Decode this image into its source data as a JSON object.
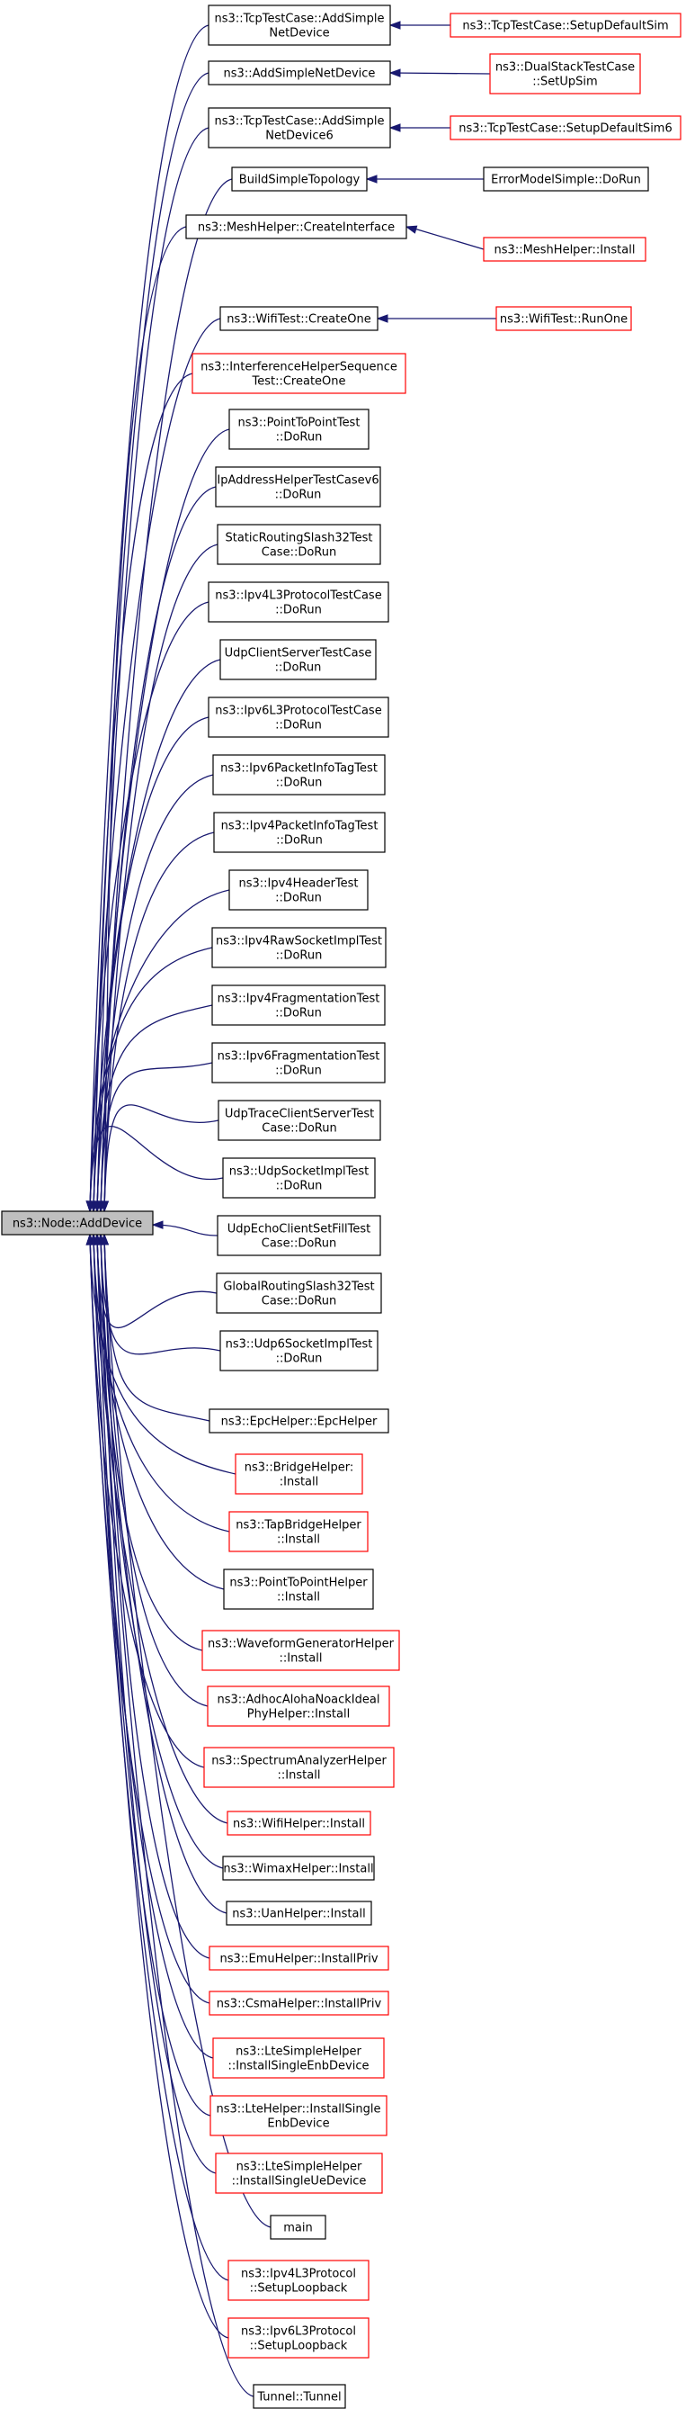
{
  "root": {
    "label": "ns3::Node::AddDevice",
    "style": "root"
  },
  "callers": [
    {
      "lines": [
        "ns3::TcpTestCase::AddSimple",
        "NetDevice"
      ],
      "red": false
    },
    {
      "lines": [
        "ns3::AddSimpleNetDevice"
      ],
      "red": false
    },
    {
      "lines": [
        "ns3::TcpTestCase::AddSimple",
        "NetDevice6"
      ],
      "red": false
    },
    {
      "lines": [
        "BuildSimpleTopology"
      ],
      "red": false
    },
    {
      "lines": [
        "ns3::MeshHelper::CreateInterface"
      ],
      "red": false
    },
    {
      "lines": [
        "ns3::WifiTest::CreateOne"
      ],
      "red": false
    },
    {
      "lines": [
        "ns3::InterferenceHelperSequence",
        "Test::CreateOne"
      ],
      "red": true
    },
    {
      "lines": [
        "ns3::PointToPointTest",
        "::DoRun"
      ],
      "red": false
    },
    {
      "lines": [
        "IpAddressHelperTestCasev6",
        "::DoRun"
      ],
      "red": false
    },
    {
      "lines": [
        "StaticRoutingSlash32Test",
        "Case::DoRun"
      ],
      "red": false
    },
    {
      "lines": [
        "ns3::Ipv4L3ProtocolTestCase",
        "::DoRun"
      ],
      "red": false
    },
    {
      "lines": [
        "UdpClientServerTestCase",
        "::DoRun"
      ],
      "red": false
    },
    {
      "lines": [
        "ns3::Ipv6L3ProtocolTestCase",
        "::DoRun"
      ],
      "red": false
    },
    {
      "lines": [
        "ns3::Ipv6PacketInfoTagTest",
        "::DoRun"
      ],
      "red": false
    },
    {
      "lines": [
        "ns3::Ipv4PacketInfoTagTest",
        "::DoRun"
      ],
      "red": false
    },
    {
      "lines": [
        "ns3::Ipv4HeaderTest",
        "::DoRun"
      ],
      "red": false
    },
    {
      "lines": [
        "ns3::Ipv4RawSocketImplTest",
        "::DoRun"
      ],
      "red": false
    },
    {
      "lines": [
        "ns3::Ipv4FragmentationTest",
        "::DoRun"
      ],
      "red": false
    },
    {
      "lines": [
        "ns3::Ipv6FragmentationTest",
        "::DoRun"
      ],
      "red": false
    },
    {
      "lines": [
        "UdpTraceClientServerTest",
        "Case::DoRun"
      ],
      "red": false
    },
    {
      "lines": [
        "ns3::UdpSocketImplTest",
        "::DoRun"
      ],
      "red": false
    },
    {
      "lines": [
        "UdpEchoClientSetFillTest",
        "Case::DoRun"
      ],
      "red": false
    },
    {
      "lines": [
        "GlobalRoutingSlash32Test",
        "Case::DoRun"
      ],
      "red": false
    },
    {
      "lines": [
        "ns3::Udp6SocketImplTest",
        "::DoRun"
      ],
      "red": false
    },
    {
      "lines": [
        "ns3::EpcHelper::EpcHelper"
      ],
      "red": false
    },
    {
      "lines": [
        "ns3::BridgeHelper:",
        ":Install"
      ],
      "red": true
    },
    {
      "lines": [
        "ns3::TapBridgeHelper",
        "::Install"
      ],
      "red": true
    },
    {
      "lines": [
        "ns3::PointToPointHelper",
        "::Install"
      ],
      "red": false
    },
    {
      "lines": [
        "ns3::WaveformGeneratorHelper",
        "::Install"
      ],
      "red": true
    },
    {
      "lines": [
        "ns3::AdhocAlohaNoackIdeal",
        "PhyHelper::Install"
      ],
      "red": true
    },
    {
      "lines": [
        "ns3::SpectrumAnalyzerHelper",
        "::Install"
      ],
      "red": true
    },
    {
      "lines": [
        "ns3::WifiHelper::Install"
      ],
      "red": true
    },
    {
      "lines": [
        "ns3::WimaxHelper::Install"
      ],
      "red": false
    },
    {
      "lines": [
        "ns3::UanHelper::Install"
      ],
      "red": false
    },
    {
      "lines": [
        "ns3::EmuHelper::InstallPriv"
      ],
      "red": true
    },
    {
      "lines": [
        "ns3::CsmaHelper::InstallPriv"
      ],
      "red": true
    },
    {
      "lines": [
        "ns3::LteSimpleHelper",
        "::InstallSingleEnbDevice"
      ],
      "red": true
    },
    {
      "lines": [
        "ns3::LteHelper::InstallSingle",
        "EnbDevice"
      ],
      "red": true
    },
    {
      "lines": [
        "ns3::LteSimpleHelper",
        "::InstallSingleUeDevice"
      ],
      "red": true
    },
    {
      "lines": [
        "main"
      ],
      "red": false
    },
    {
      "lines": [
        "ns3::Ipv4L3Protocol",
        "::SetupLoopback"
      ],
      "red": true
    },
    {
      "lines": [
        "ns3::Ipv6L3Protocol",
        "::SetupLoopback"
      ],
      "red": true
    },
    {
      "lines": [
        "Tunnel::Tunnel"
      ],
      "red": false
    }
  ],
  "second_level": [
    {
      "lines": [
        "ns3::TcpTestCase::SetupDefaultSim"
      ],
      "red": true,
      "callee": 0
    },
    {
      "lines": [
        "ns3::DualStackTestCase",
        "::SetUpSim"
      ],
      "red": true,
      "callee": 1
    },
    {
      "lines": [
        "ns3::TcpTestCase::SetupDefaultSim6"
      ],
      "red": true,
      "callee": 2
    },
    {
      "lines": [
        "ErrorModelSimple::DoRun"
      ],
      "red": false,
      "callee": 3
    },
    {
      "lines": [
        "ns3::MeshHelper::Install"
      ],
      "red": true,
      "callee": 4
    },
    {
      "lines": [
        "ns3::WifiTest::RunOne"
      ],
      "red": true,
      "callee": 5
    }
  ],
  "colors": {
    "edge": "#191970",
    "red_border": "#ff0000",
    "root_fill": "#bfbfbf"
  }
}
